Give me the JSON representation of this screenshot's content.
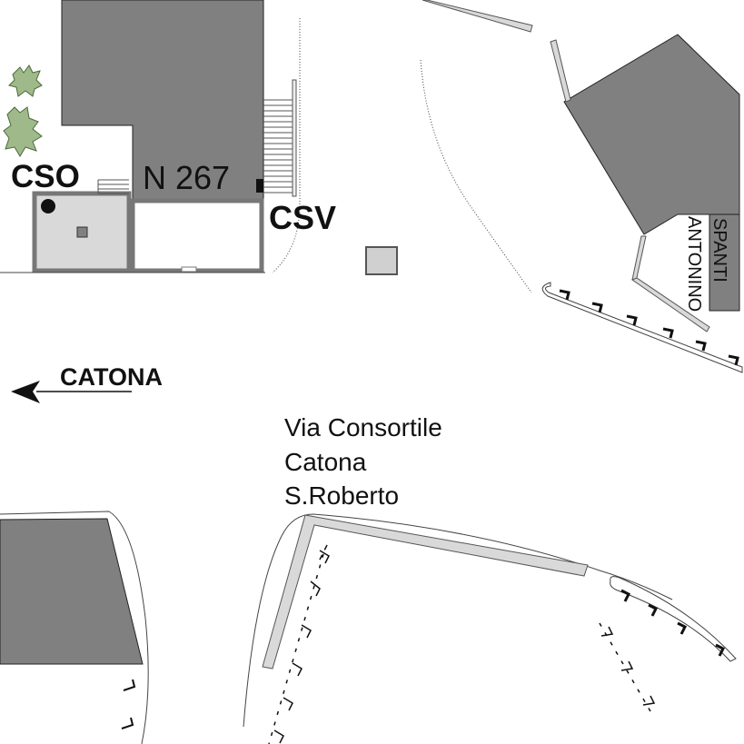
{
  "labels": {
    "cso": "CSO",
    "csv": "CSV",
    "building_number": "N 267",
    "catona_direction": "CATONA",
    "street_line1": "Via Consortile",
    "street_line2": "Catona",
    "street_line3": "S.Roberto",
    "owner_line1": "SPANTI",
    "owner_line2": "ANTONINO"
  },
  "colors": {
    "building": "#808080",
    "courtyard": "#d9d9d9",
    "ink": "#111111",
    "bush": "#9fb98a"
  },
  "icons": {
    "direction_arrow": "arrow-left-icon",
    "vegetation": "bush-icon",
    "cso_point": "filled-circle-icon",
    "csv_point": "small-square-icon"
  }
}
